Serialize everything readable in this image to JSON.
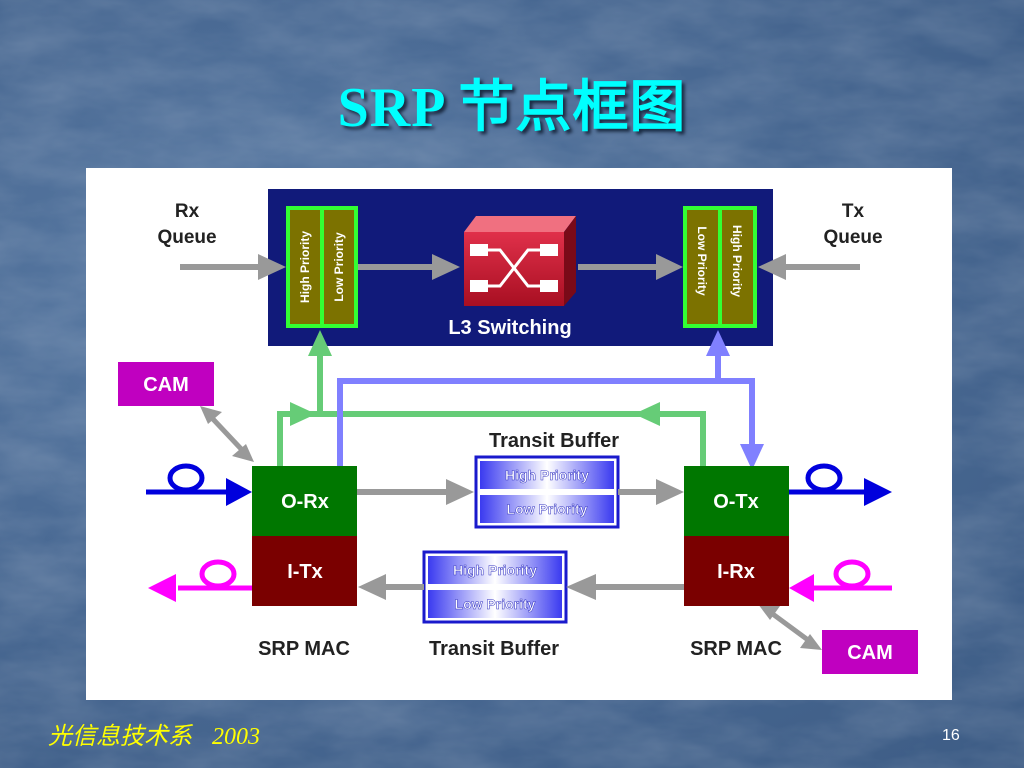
{
  "slide": {
    "title": "SRP 节点框图",
    "footer_dept": "光信息技术系",
    "footer_year": "2003",
    "page_number": "16"
  },
  "diagram": {
    "rx_queue": "Rx\nQueue",
    "tx_queue": "Tx\nQueue",
    "high_priority": "High Priority",
    "low_priority": "Low Priority",
    "l3_switching": "L3 Switching",
    "cam": "CAM",
    "transit_buffer": "Transit Buffer",
    "o_rx": "O-Rx",
    "i_tx": "I-Tx",
    "o_tx": "O-Tx",
    "i_rx": "I-Rx",
    "srp_mac": "SRP MAC"
  },
  "colors": {
    "title": "#00ffff",
    "l3_box": "#111a7a",
    "queue_fill": "#7c7200",
    "queue_border": "#33ff33",
    "mac_green": "#007700",
    "mac_red": "#7a0000",
    "cam": "#c000c0",
    "data_arrow": "#999999",
    "blue_path": "#8080ff",
    "green_path": "#66cc77",
    "outer_ring": "#0000dd",
    "inner_ring": "#ff00ff",
    "footer": "#ffff00"
  }
}
